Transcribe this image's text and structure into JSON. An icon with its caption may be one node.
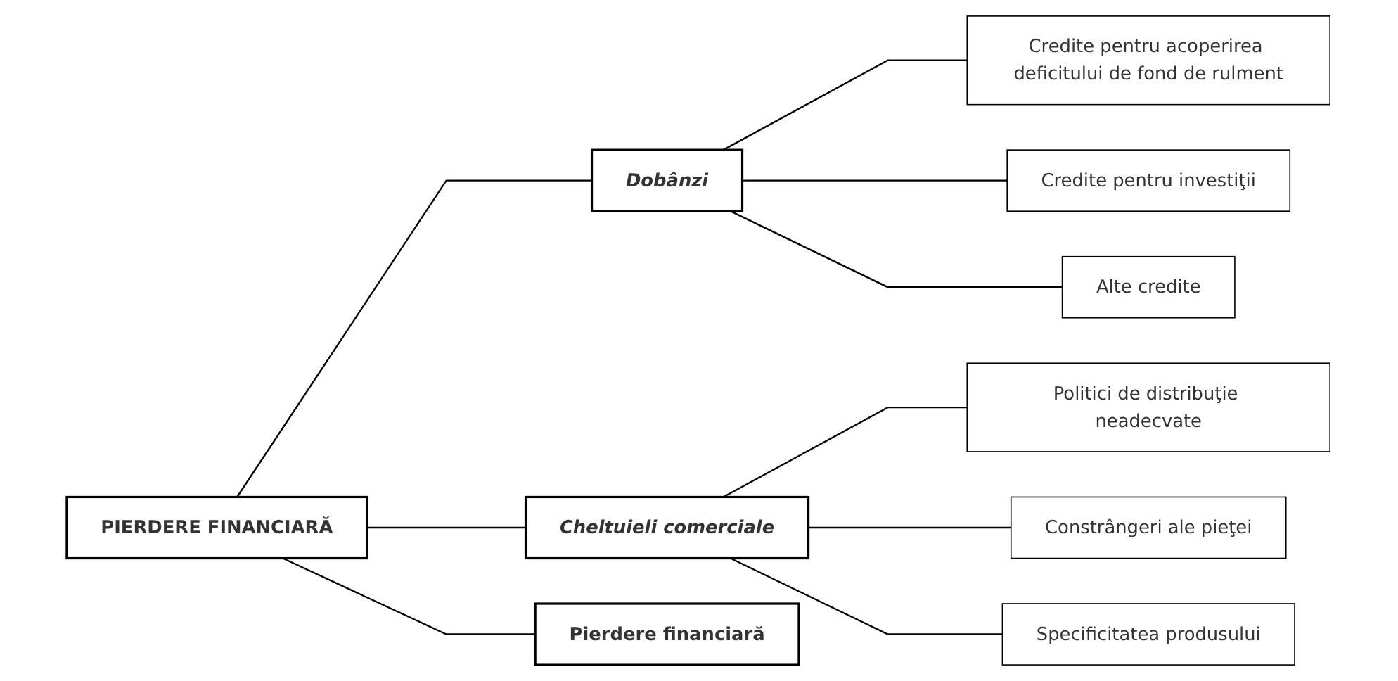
{
  "diagram": {
    "nodes": [
      {
        "text": [
          "PIERDERE FINANCIARĂ"
        ]
      },
      {
        "text": [
          "Dobânzi"
        ]
      },
      {
        "text": [
          "Cheltuieli comerciale"
        ]
      },
      {
        "text": [
          "Pierdere financiară"
        ]
      },
      {
        "text": [
          "Credite pentru acoperirea deficitului de fond de rulment"
        ]
      },
      {
        "text": [
          "Credite pentru investiţii"
        ]
      },
      {
        "text": [
          "Alte credite"
        ]
      },
      {
        "text": [
          "Politici de distribuţie neadecvate"
        ]
      },
      {
        "text": [
          "Constrângeri ale pieţei"
        ]
      },
      {
        "text": [
          "Specificitatea produsului"
        ]
      }
    ],
    "edges": [
      {
        "from": 0,
        "to": 1,
        "arrow": "none"
      },
      {
        "from": 0,
        "to": 2,
        "arrow": "none"
      },
      {
        "from": 0,
        "to": 3,
        "arrow": "none"
      },
      {
        "from": 1,
        "to": 4,
        "arrow": "none"
      },
      {
        "from": 1,
        "to": 5,
        "arrow": "none"
      },
      {
        "from": 1,
        "to": 6,
        "arrow": "none"
      },
      {
        "from": 2,
        "to": 7,
        "arrow": "none"
      },
      {
        "from": 2,
        "to": 8,
        "arrow": "none"
      },
      {
        "from": 2,
        "to": 9,
        "arrow": "none"
      }
    ]
  }
}
